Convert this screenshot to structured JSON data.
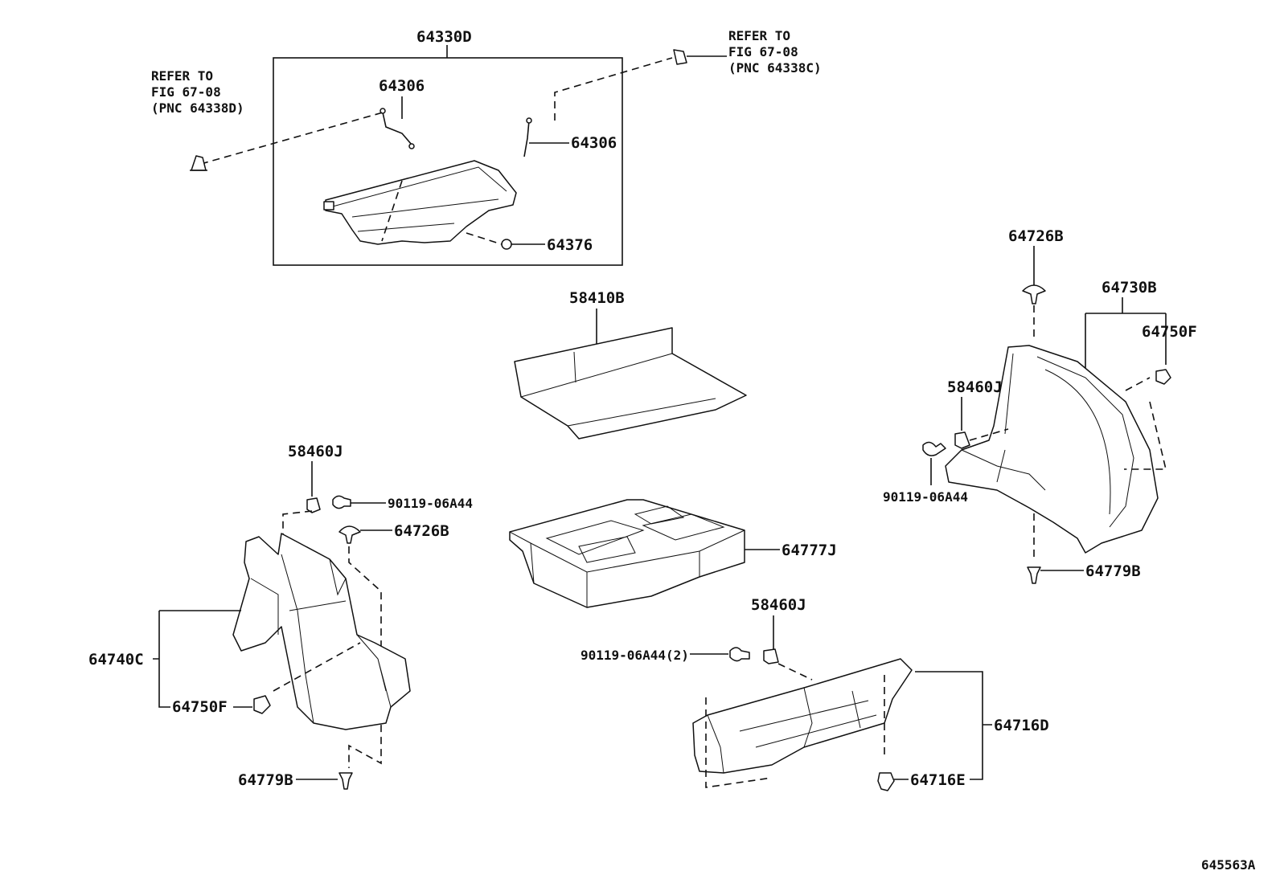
{
  "diagram": {
    "figure_code": "645563A",
    "refers": [
      {
        "id": "ref-left",
        "lines": [
          "REFER TO",
          "FIG 67-08",
          "(PNC 64338D)"
        ]
      },
      {
        "id": "ref-right",
        "lines": [
          "REFER TO",
          "FIG 67-08",
          "(PNC 64338C)"
        ]
      }
    ],
    "labels": {
      "l64330D": "64330D",
      "l64306a": "64306",
      "l64306b": "64306",
      "l64376": "64376",
      "l58410B": "58410B",
      "l64726Br": "64726B",
      "l64730B": "64730B",
      "l64750Fr": "64750F",
      "l58460Jr": "58460J",
      "l90119r": "90119-06A44",
      "l64779Br": "64779B",
      "l58460Jl": "58460J",
      "l90119l": "90119-06A44",
      "l64726Bl": "64726B",
      "l64777J": "64777J",
      "l64740C": "64740C",
      "l64750Fl": "64750F",
      "l64779Bl": "64779B",
      "l58460Jc": "58460J",
      "l90119c": "90119-06A44(2)",
      "l64716D": "64716D",
      "l64716E": "64716E"
    }
  }
}
